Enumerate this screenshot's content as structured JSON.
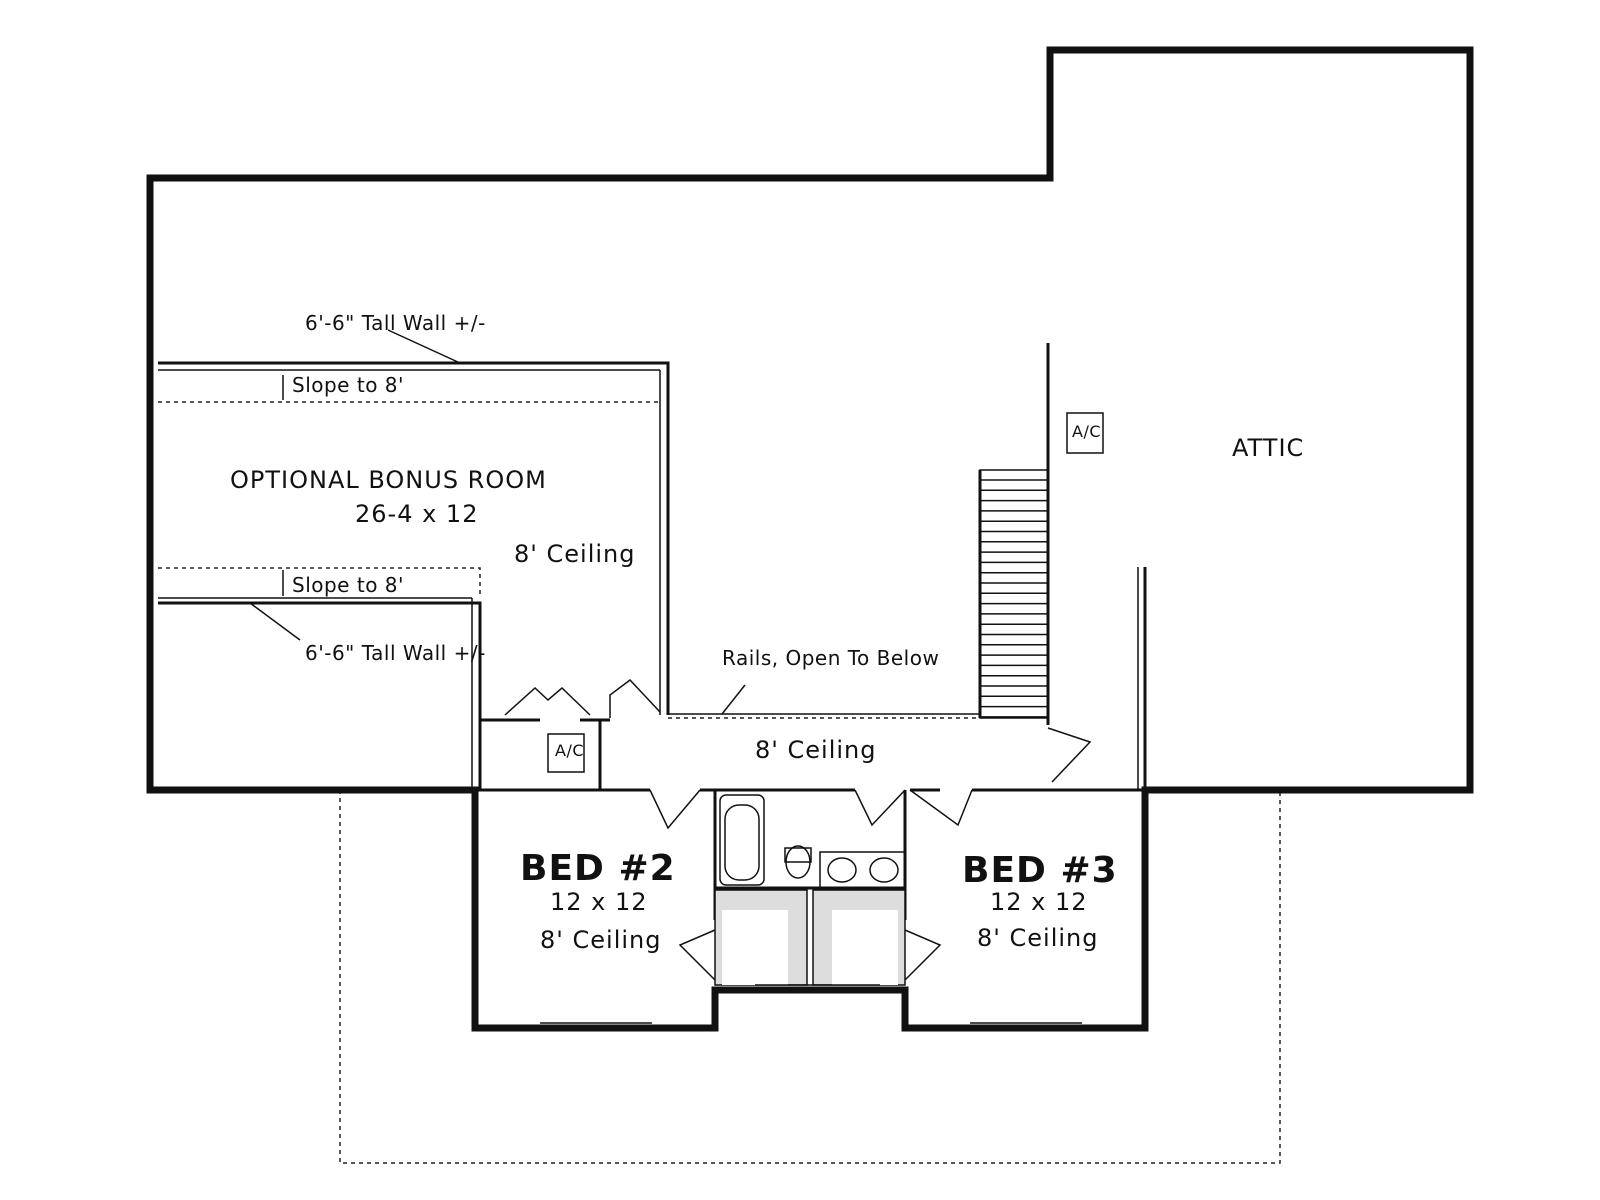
{
  "rooms": {
    "bonus_room": {
      "name": "OPTIONAL BONUS ROOM",
      "size": "26-4 x 12",
      "ceiling": "8' Ceiling"
    },
    "attic": {
      "name": "ATTIC"
    },
    "bed2": {
      "name": "BED #2",
      "size": "12 x 12",
      "ceiling": "8' Ceiling"
    },
    "bed3": {
      "name": "BED #3",
      "size": "12 x 12",
      "ceiling": "8' Ceiling"
    },
    "hall": {
      "ceiling": "8' Ceiling"
    }
  },
  "notes": {
    "tall_wall_top": "6'-6\" Tall Wall +/-",
    "tall_wall_bottom": "6'-6\" Tall Wall +/-",
    "slope_top": "Slope to 8'",
    "slope_bottom": "Slope to 8'",
    "rails": "Rails, Open To Below",
    "ac_attic": "A/C",
    "ac_hall": "A/C"
  }
}
